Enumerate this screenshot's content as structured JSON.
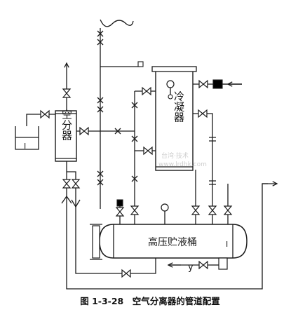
{
  "labels": {
    "air_separator": "空分器",
    "condenser": "冷凝器",
    "receiver": "高压贮液桶",
    "receiver_marker": "I",
    "flow_marker": "y"
  },
  "watermark": {
    "line1": "台湾·技术",
    "line2": "www.lrdhk.com"
  },
  "caption": "图 1-3-28　空气分离器的管道配置"
}
